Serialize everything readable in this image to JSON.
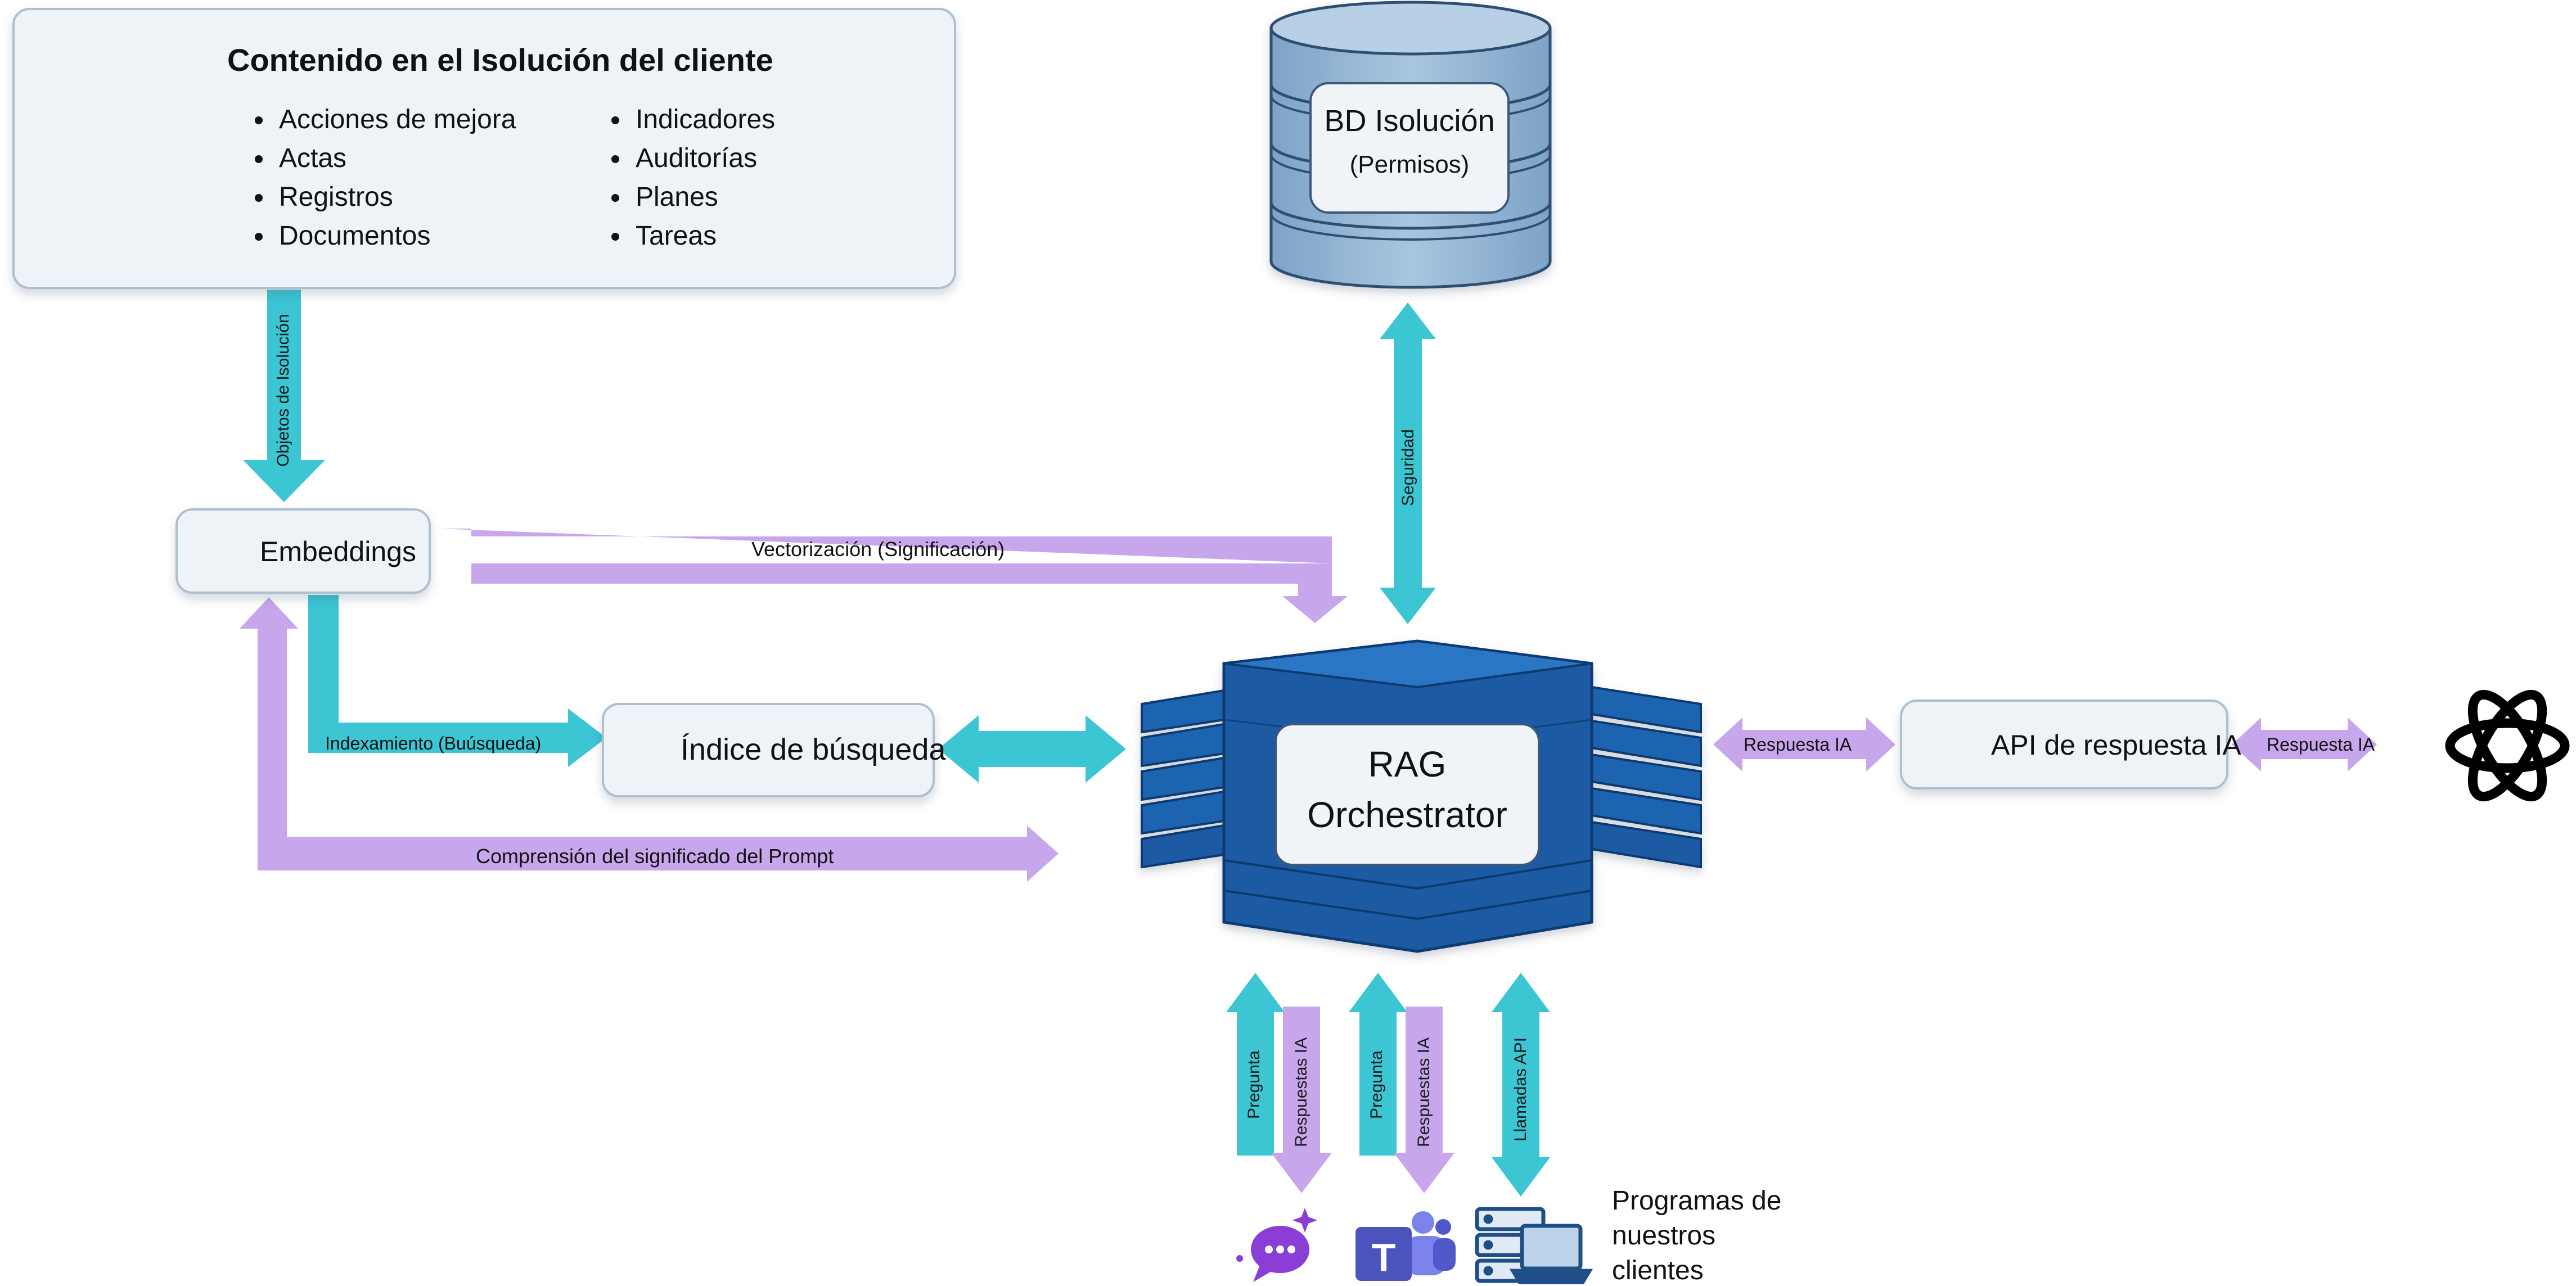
{
  "content_box": {
    "title": "Contenido en el Isolución del cliente",
    "items_left": [
      "Acciones de mejora",
      "Actas",
      "Registros",
      "Documentos"
    ],
    "items_right": [
      "Indicadores",
      "Auditorías",
      "Planes",
      "Tareas"
    ],
    "icon": "folder-chart-icon"
  },
  "database": {
    "title": "BD Isolución",
    "subtitle": "(Permisos)"
  },
  "embeddings": {
    "label": "Embeddings",
    "icon": "openai-logo-icon"
  },
  "search_index": {
    "label": "Índice de búsqueda",
    "icon": "magnifier-icon"
  },
  "rag": {
    "line1": "RAG",
    "line2": "Orchestrator"
  },
  "api": {
    "label": "API de respuesta IA",
    "icon": "api-gauge-icon"
  },
  "openai_logo": "openai-logo-icon",
  "arrows": {
    "objetos": "Objetos de Isolución",
    "seguridad": "Seguridad",
    "vectorizacion": "Vectorización (Significación)",
    "indexamiento": "Indexamiento (Buúsqueda)",
    "comprension": "Comprensión del significado del Prompt",
    "respuesta_left": "Respuesta IA",
    "respuesta_right": "Respuesta IA",
    "pregunta_1": "Pregunta",
    "respuestas_1": "Respuestas IA",
    "pregunta_2": "Pregunta",
    "respuestas_2": "Respuestas IA",
    "llamadas": "Llamadas API"
  },
  "clients": {
    "label_lines": [
      "Programas de",
      "nuestros",
      "clientes"
    ],
    "icons": [
      "chat-bot-icon",
      "teams-icon",
      "server-laptop-icon"
    ]
  },
  "colors": {
    "teal": "#3cc5d2",
    "purple": "#c8a6ec",
    "rag_blue": "#1f63b0",
    "db_blue": "#92b4d2",
    "card_bg": "#eef3f8",
    "card_border": "#aebfce"
  }
}
